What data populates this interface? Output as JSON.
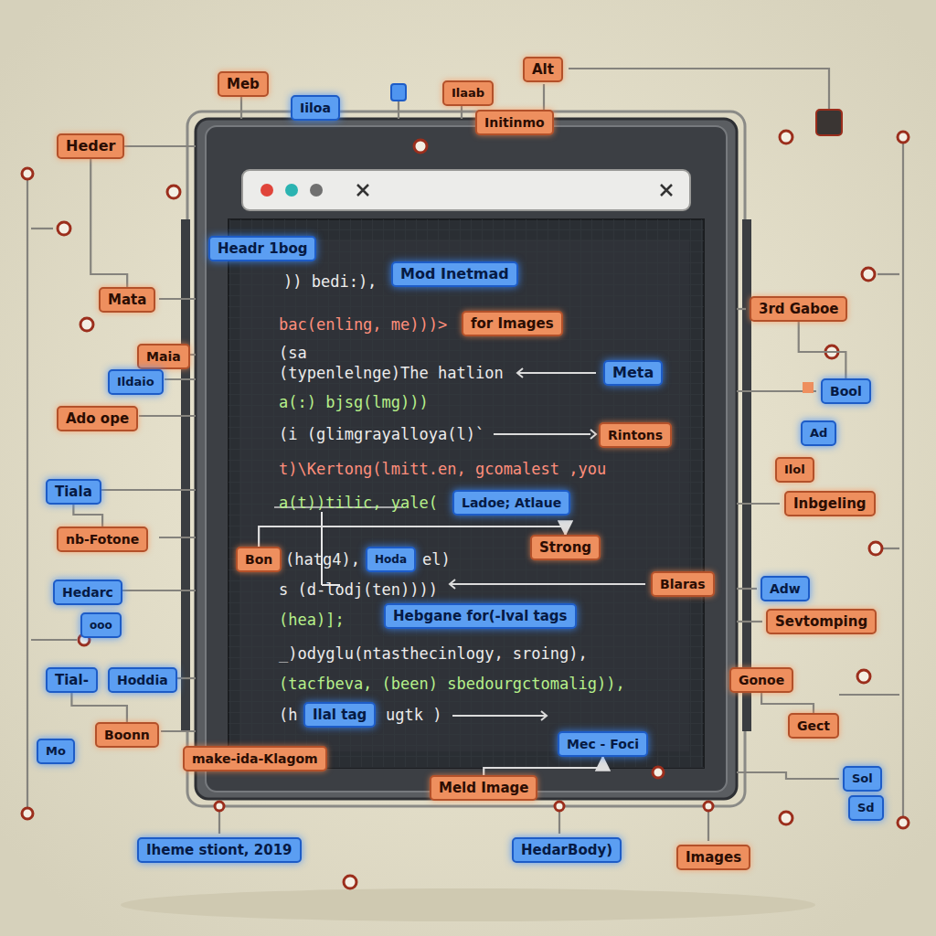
{
  "diagram": {
    "nodes": [
      {
        "text": [
          ")) bedi:),",
          "bac(enling, me)))>",
          "(sa",
          "(typenlelnge)The hatlion",
          "a(:) bjsg(lmg)))",
          "(i (glimgrayalloya(l)`",
          "t)\\Kertong(lmitt.en, gcomalest ,you",
          "a(t))tilic, yale(",
          "(hatg4),",
          "el)",
          "s (d-lodj(ten))))",
          "(hea)];",
          "_)odyglu(ntasthecinlogy, sroing),",
          "(tacfbeva, (been) sbedourgctomalig)),",
          "(h",
          "ugtk )"
        ]
      },
      {
        "text": [
          "Meb"
        ]
      },
      {
        "text": [
          "Alt"
        ]
      },
      {
        "text": [
          "Iiloa"
        ]
      },
      {
        "text": [
          "Ilaab"
        ]
      },
      {
        "text": [
          "Initinmo"
        ]
      },
      {
        "text": [
          "Heder"
        ]
      },
      {
        "text": [
          "Headr 1bog"
        ]
      },
      {
        "text": [
          "Mata"
        ]
      },
      {
        "text": [
          "Maia"
        ]
      },
      {
        "text": [
          "Ildaio"
        ]
      },
      {
        "text": [
          "Ado ope"
        ]
      },
      {
        "text": [
          "Tiala"
        ]
      },
      {
        "text": [
          "nb-Fotone"
        ]
      },
      {
        "text": [
          "Hedarc"
        ]
      },
      {
        "text": [
          "ooo"
        ]
      },
      {
        "text": [
          "Tial-"
        ]
      },
      {
        "text": [
          "Hoddia"
        ]
      },
      {
        "text": [
          "Boonn"
        ]
      },
      {
        "text": [
          "Mo"
        ]
      },
      {
        "text": [
          "3rd Gaboe"
        ]
      },
      {
        "text": [
          "Bool"
        ]
      },
      {
        "text": [
          "Ad"
        ]
      },
      {
        "text": [
          "Ilol"
        ]
      },
      {
        "text": [
          "Inbgeling"
        ]
      },
      {
        "text": [
          "Adw"
        ]
      },
      {
        "text": [
          "Sevtomping"
        ]
      },
      {
        "text": [
          "Gonoe"
        ]
      },
      {
        "text": [
          "Gect"
        ]
      },
      {
        "text": [
          "Sol"
        ]
      },
      {
        "text": [
          "Sd"
        ]
      },
      {
        "text": [
          "make-ida-Klagom"
        ]
      },
      {
        "text": [
          "Meld Image"
        ]
      },
      {
        "text": [
          "Iheme stiont, 2019"
        ]
      },
      {
        "text": [
          "HedarBody)"
        ]
      },
      {
        "text": [
          "Images"
        ]
      },
      {
        "text": [
          "Mod Inetmad"
        ],
        "in": 0
      },
      {
        "text": [
          "for Images"
        ],
        "in": 0
      },
      {
        "text": [
          "Meta"
        ],
        "in": 0
      },
      {
        "text": [
          "Rintons"
        ],
        "in": 0
      },
      {
        "text": [
          "Ladoe; Atlaue"
        ],
        "in": 0
      },
      {
        "text": [
          "Bon"
        ],
        "in": 0
      },
      {
        "text": [
          "Hoda"
        ],
        "in": 0
      },
      {
        "text": [
          "Strong"
        ],
        "in": 0
      },
      {
        "text": [
          "Blaras"
        ],
        "in": 0
      },
      {
        "text": [
          "Hebgane for(-Ival tags"
        ],
        "in": 0
      },
      {
        "text": [
          "Ilal tag"
        ],
        "in": 0
      },
      {
        "text": [
          "Mec - Foci"
        ],
        "in": 0
      }
    ],
    "edges": [
      {
        "from": 6,
        "to": 8,
        "arrow": "none"
      },
      {
        "from": 12,
        "to": 13,
        "arrow": "none"
      },
      {
        "from": 16,
        "to": 18,
        "arrow": "none"
      },
      {
        "from": 41,
        "to": 43,
        "arrow": "to"
      },
      {
        "from": 20,
        "to": 21,
        "arrow": "none"
      },
      {
        "from": 27,
        "to": 28,
        "arrow": "none"
      },
      {
        "from": 32,
        "to": 47,
        "arrow": "to"
      }
    ]
  }
}
